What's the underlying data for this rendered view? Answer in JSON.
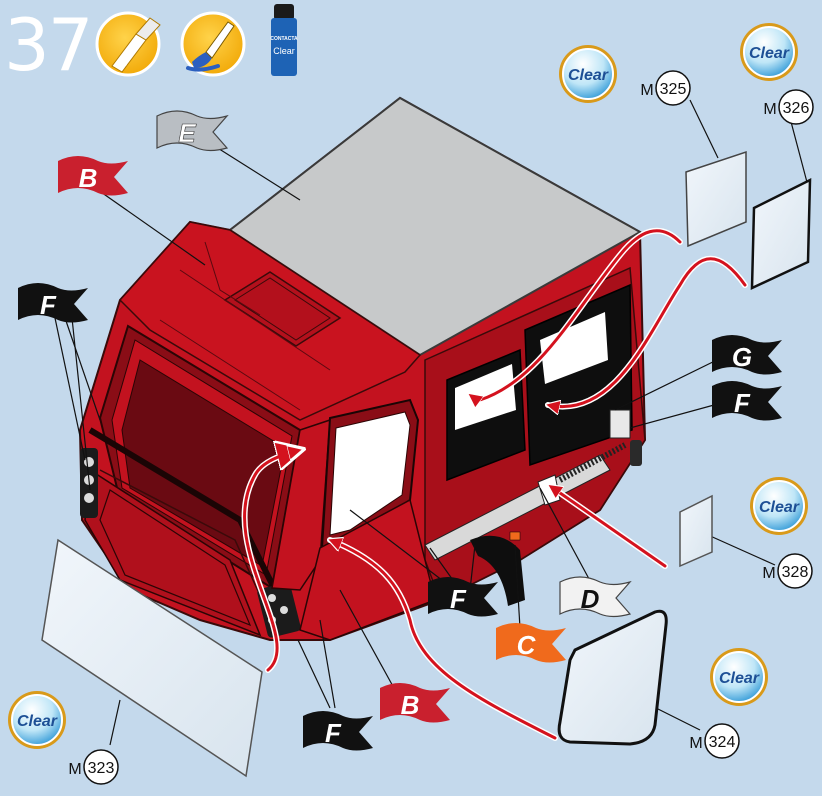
{
  "step": {
    "number": "37"
  },
  "icons": {
    "glue_tube": "glue-applicator-icon",
    "paint_brush": "paint-brush-icon",
    "bottle": {
      "name": "contacta-clear-bottle-icon",
      "brand": "CONTACTA",
      "label": "Clear"
    }
  },
  "clear_badge_label": "Clear",
  "parts": [
    {
      "prefix": "M",
      "number": "323"
    },
    {
      "prefix": "M",
      "number": "324"
    },
    {
      "prefix": "M",
      "number": "325"
    },
    {
      "prefix": "M",
      "number": "326"
    },
    {
      "prefix": "M",
      "number": "328"
    }
  ],
  "color_flags": [
    {
      "letter": "E",
      "color": "#b9bec3"
    },
    {
      "letter": "B",
      "color": "#c9202e"
    },
    {
      "letter": "F",
      "color": "#111111"
    },
    {
      "letter": "G",
      "color": "#111111"
    },
    {
      "letter": "D",
      "color": "#f2f2f2"
    },
    {
      "letter": "C",
      "color": "#f06a1c"
    }
  ],
  "colors": {
    "background": "#c4d9ec",
    "cab_red": "#c3121f",
    "roof_grey": "#c7c9ca",
    "glass": "#e3ecf4",
    "arrow_red": "#d4121e"
  }
}
